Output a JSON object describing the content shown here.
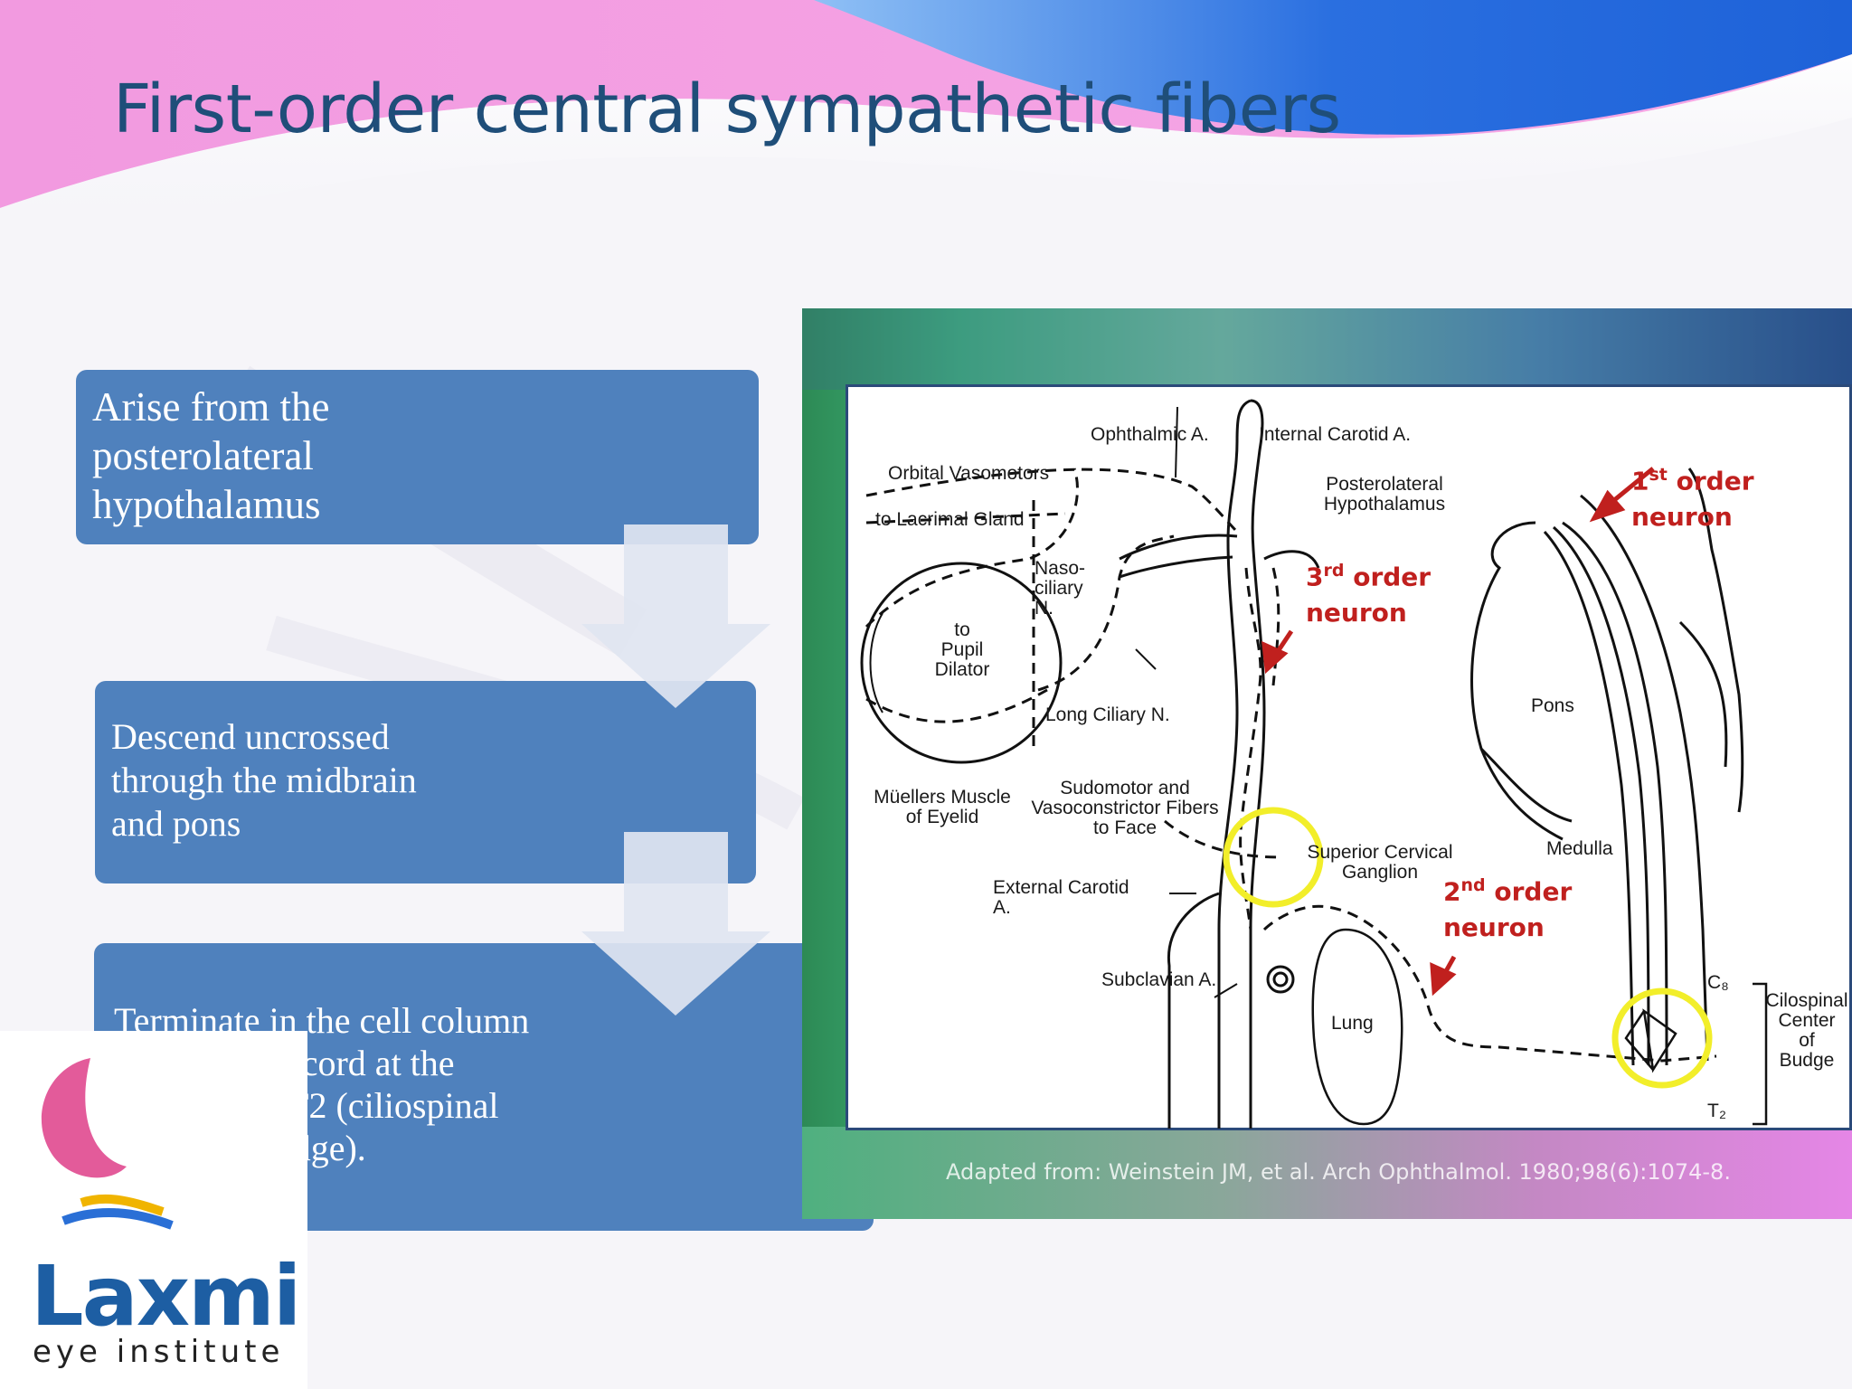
{
  "slide": {
    "title": "First-order central sympathetic fibers"
  },
  "flow": {
    "steps": [
      {
        "text": "Arise from the\nposterolateral\nhypothalamus"
      },
      {
        "text": "Descend uncrossed\nthrough the midbrain\nand pons"
      },
      {
        "text": "Terminate in the cell column\nof the spinal cord at the\nlevel of C8-T2 (ciliospinal\ncenter of Budge)."
      }
    ]
  },
  "diagram": {
    "labels": {
      "ophthalmic": "Ophthalmic A.",
      "internal_carotid": "Internal Carotid A.",
      "orbital_vasomotors": "Orbital Vasomotors",
      "lacrimal": "to Lacrimal Gland",
      "nasociliary": "Naso-\nciliary\nN.",
      "pupil": "to\nPupil\nDilator",
      "long_ciliary": "Long Ciliary N.",
      "muellers": "Müellers Muscle\nof Eyelid",
      "sudomotor": "Sudomotor and\nVasoconstrictor Fibers\nto Face",
      "superior_cervical": "Superior Cervical\nGanglion",
      "external_carotid": "External Carotid\nA.",
      "subclavian": "Subclavian A.",
      "lung": "Lung",
      "posterolateral": "Posterolateral\nHypothalamus",
      "pons": "Pons",
      "medulla": "Medulla",
      "c8": "C₈",
      "t2": "T₂",
      "ciliospinal": "Cilospinal\nCenter\nof\nBudge"
    },
    "neurons": {
      "first": {
        "num": "1",
        "sup": "st",
        "rest": " order neuron"
      },
      "second": {
        "num": "2",
        "sup": "nd",
        "rest": " order\nneuron"
      },
      "third": {
        "num": "3",
        "sup": "rd",
        "rest": " order\nneuron"
      }
    },
    "citation": "Adapted from: Weinstein JM, et al. Arch Ophthalmol. 1980;98(6):1074-8."
  },
  "logo": {
    "name": "Laxmi",
    "tagline": "eye institute"
  },
  "colors": {
    "title": "#1f4e79",
    "box": "#4f81bd",
    "neuron_label": "#c0201e",
    "highlight_circle": "#f2ee2a"
  }
}
